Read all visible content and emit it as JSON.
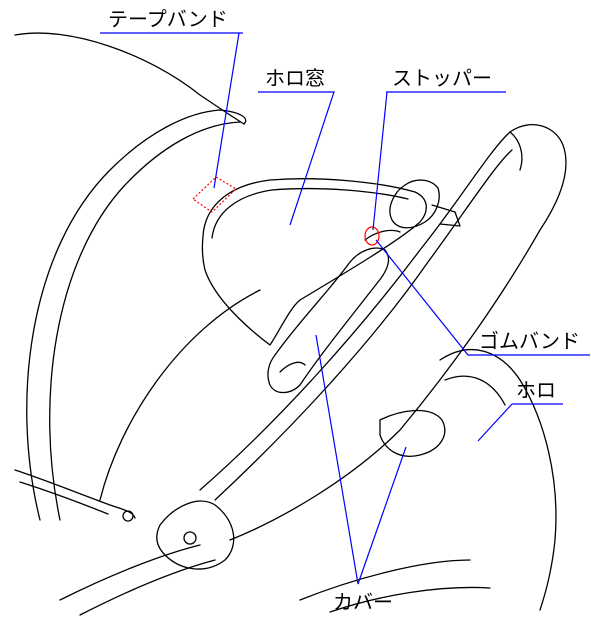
{
  "labels": {
    "tape_band": "テープバンド",
    "hood_window": "ホロ窓",
    "stopper": "ストッパー",
    "rubber_band": "ゴムバンド",
    "hood": "ホロ",
    "cover": "カバー"
  },
  "colors": {
    "outline": "#000000",
    "leader_line": "#0000ff",
    "highlight": "#ff0000"
  }
}
